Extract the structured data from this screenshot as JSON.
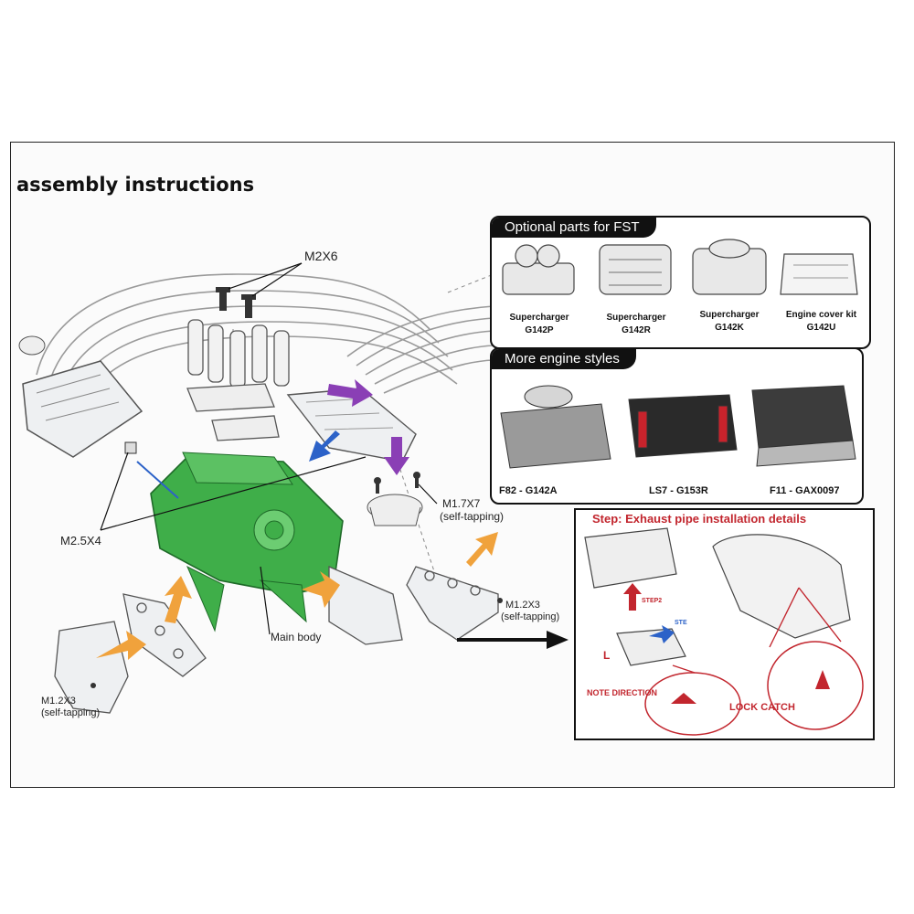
{
  "page": {
    "title": "assembly instructions"
  },
  "callouts": {
    "m2x6": "M2X6",
    "m25x4": "M2.5X4",
    "m17x7": "M1.7X7",
    "m17x7_note": "(self-tapping)",
    "m12x3_right": "M1.2X3",
    "m12x3_right_note": "(self-tapping)",
    "m12x3_left": "M1.2X3",
    "m12x3_left_note": "(self-tapping)",
    "main_body": "Main body"
  },
  "optional_parts": {
    "heading": "Optional parts for FST",
    "items": [
      {
        "name": "Supercharger",
        "code": "G142P"
      },
      {
        "name": "Supercharger",
        "code": "G142R"
      },
      {
        "name": "Supercharger",
        "code": "G142K"
      },
      {
        "name": "Engine cover kit",
        "code": "G142U"
      }
    ]
  },
  "engine_styles": {
    "heading": "More engine styles",
    "items": [
      {
        "label": "F82 - G142A"
      },
      {
        "label": "LS7 - G153R"
      },
      {
        "label": "F11 - GAX0097"
      }
    ]
  },
  "detail": {
    "heading": "Step: Exhaust pipe installation details",
    "step2": "STEP2",
    "step1": "STE",
    "side_l": "L",
    "note_direction": "NOTE DIRECTION",
    "lock_catch": "LOCK CATCH"
  },
  "colors": {
    "main_body_green": "#3fae49",
    "arrow_orange": "#f0a23c",
    "arrow_purple": "#8a3fb5",
    "arrow_blue": "#2c62c8",
    "detail_red": "#c2262e"
  }
}
